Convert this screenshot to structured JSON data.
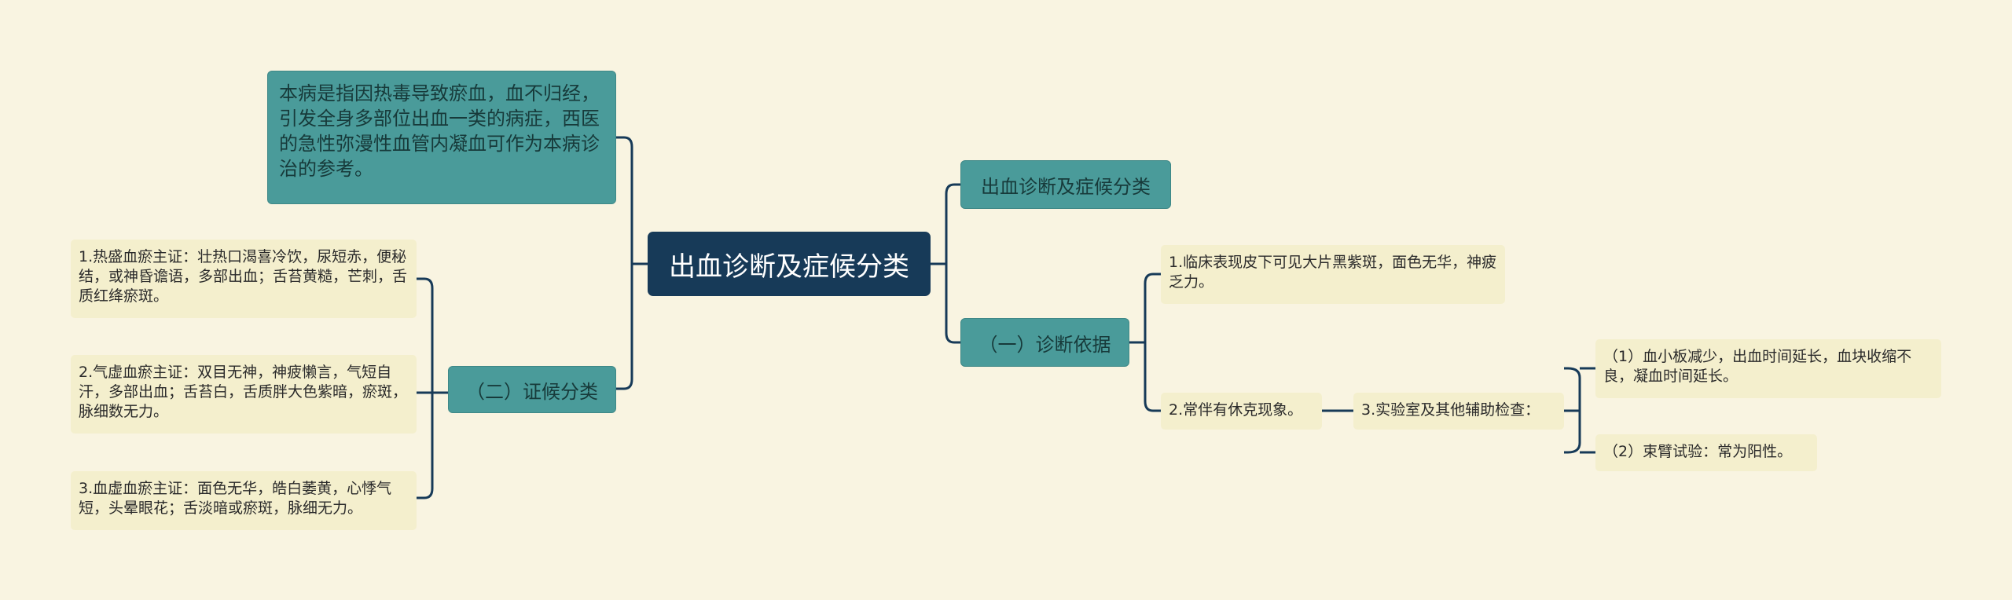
{
  "root": {
    "label": "出血诊断及症候分类"
  },
  "left": {
    "description": "本病是指因热毒导致瘀血，血不归经，引发全身多部位出血一类的病症，西医的急性弥漫性血管内凝血可作为本病诊治的参考。",
    "syndromes": {
      "label": "（二）证候分类",
      "items": [
        "1.热盛血瘀主证：壮热口渴喜冷饮，尿短赤，便秘结，或神昏谵语，多部出血；舌苔黄糙，芒刺，舌质红绛瘀斑。",
        "2.气虚血瘀主证：双目无神，神疲懒言，气短自汗，多部出血；舌苔白，舌质胖大色紫暗，瘀斑，脉细数无力。",
        "3.血虚血瘀主证：面色无华，皓白萎黄，心悸气短，头晕眼花；舌淡暗或瘀斑，脉细无力。"
      ]
    }
  },
  "right": {
    "category": {
      "label": "出血诊断及症候分类"
    },
    "diagnosis": {
      "label": "（一）诊断依据",
      "items": [
        "1.临床表现皮下可见大片黑紫斑，面色无华，神疲乏力。",
        "2.常伴有休克现象。"
      ],
      "lab": {
        "label": "3.实验室及其他辅助检查：",
        "items": [
          "（1）血小板减少，出血时间延长，血块收缩不良，凝血时间延长。",
          "（2）束臂试验：常为阳性。"
        ]
      }
    }
  },
  "colors": {
    "root": "#173a58",
    "branch": "#4a9b9a",
    "leaf": "#f4efcd",
    "background": "#f9f4e1",
    "line": "#173a58"
  }
}
